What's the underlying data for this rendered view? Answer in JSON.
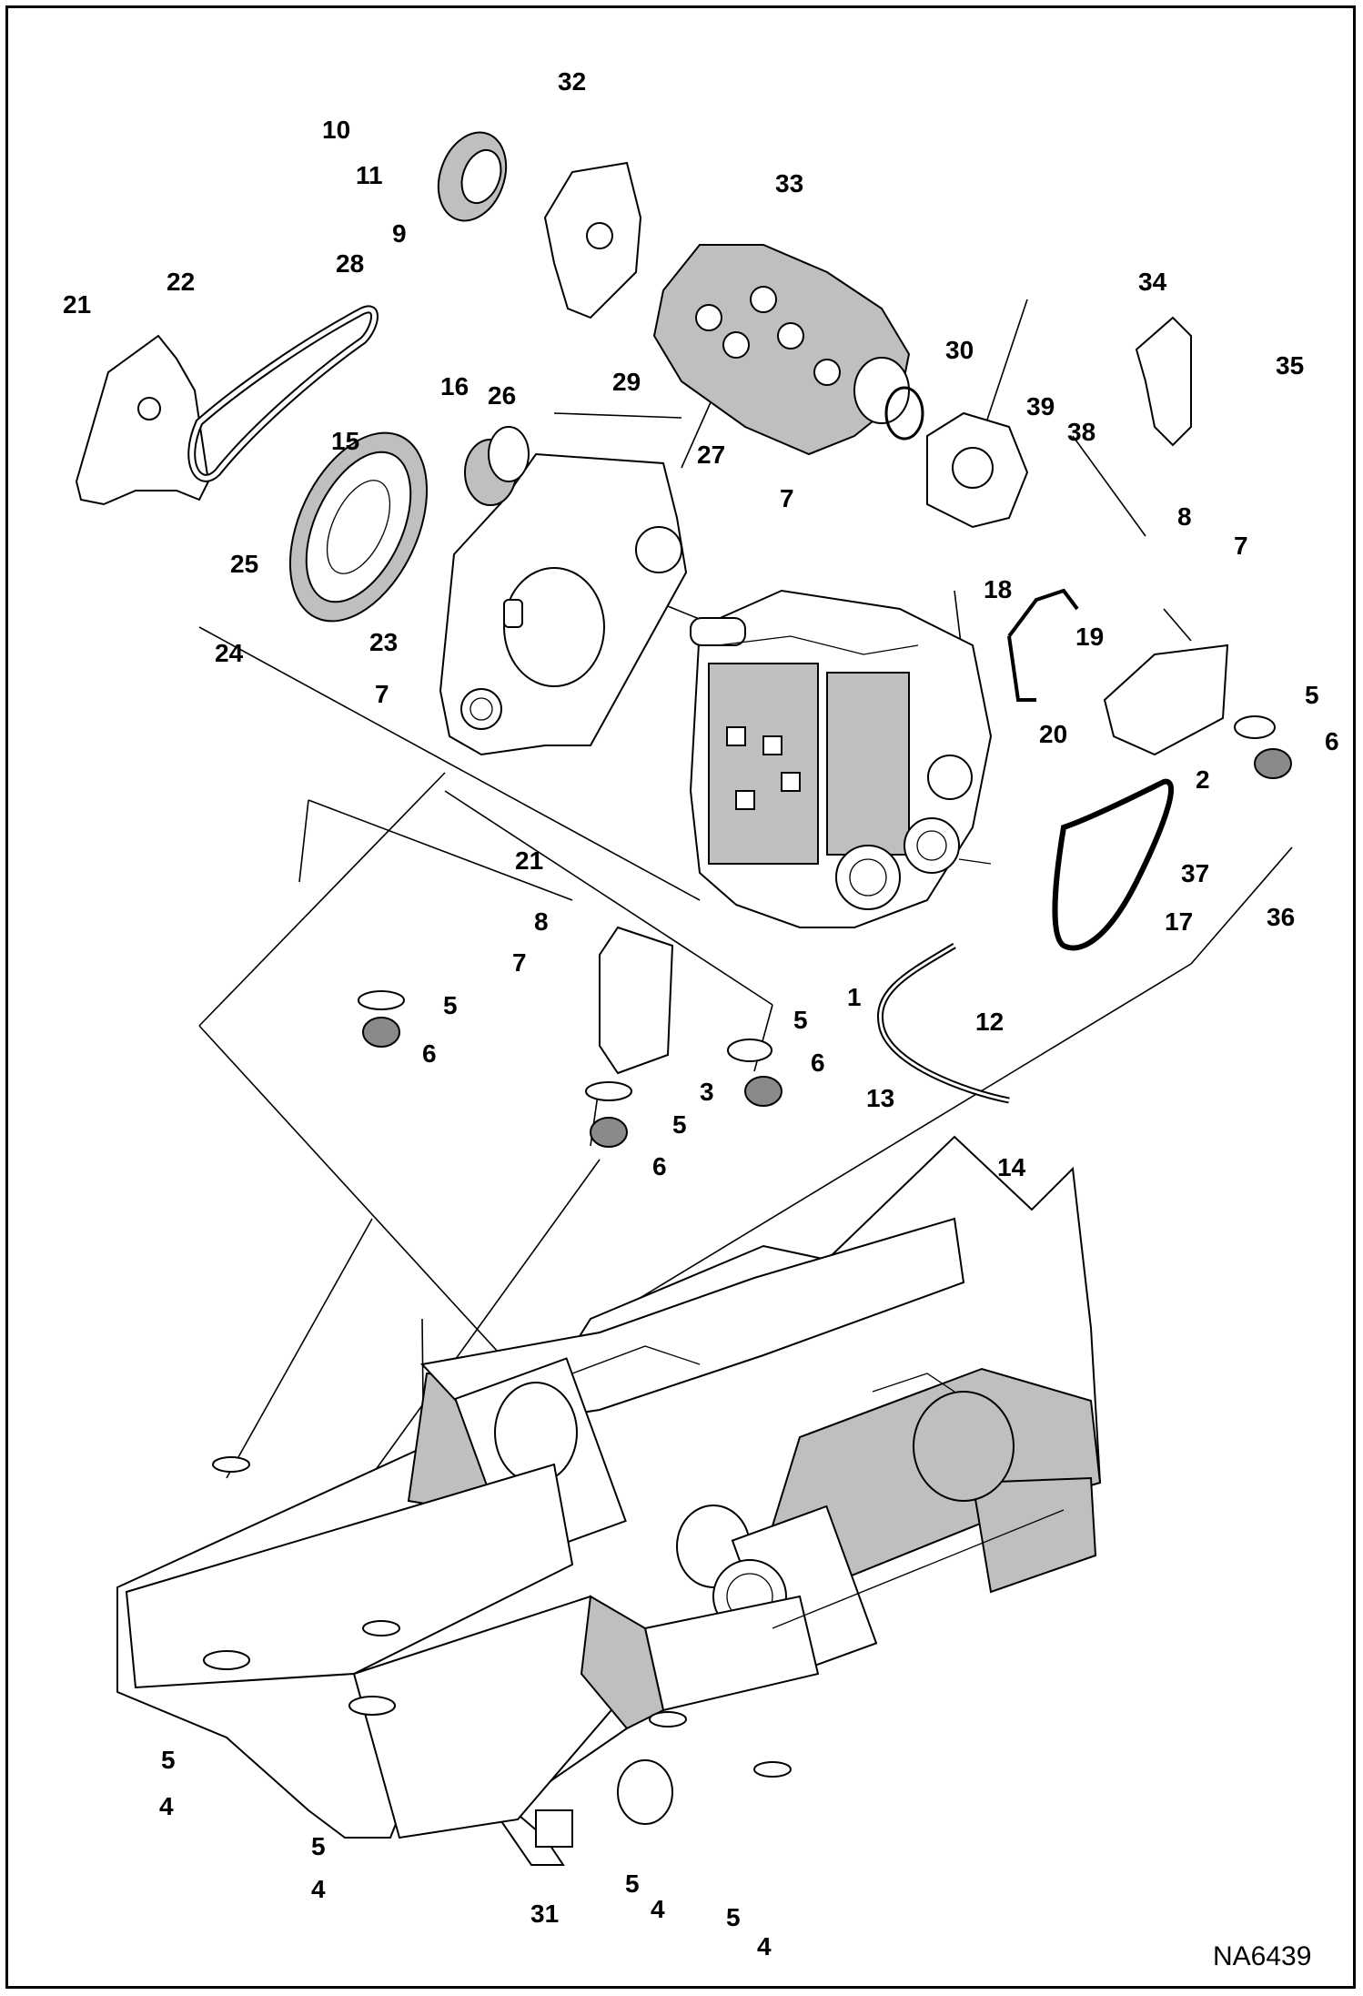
{
  "drawing": {
    "drawing_id": "NA6439",
    "callouts": [
      {
        "part": "fuel-injection-pump",
        "label": "32"
      },
      {
        "part": "nut-10",
        "label": "10"
      },
      {
        "part": "washer-11",
        "label": "11"
      },
      {
        "part": "pulley-9",
        "label": "9"
      },
      {
        "part": "nut-33",
        "label": "33"
      },
      {
        "part": "pin-21-top",
        "label": "21"
      },
      {
        "part": "cover-22",
        "label": "22"
      },
      {
        "part": "belt-28",
        "label": "28"
      },
      {
        "part": "bracket-34",
        "label": "34"
      },
      {
        "part": "pump-30",
        "label": "30"
      },
      {
        "part": "bolt-35",
        "label": "35"
      },
      {
        "part": "nut-39",
        "label": "39"
      },
      {
        "part": "washer-38",
        "label": "38"
      },
      {
        "part": "nut-16",
        "label": "16"
      },
      {
        "part": "idler-26",
        "label": "26"
      },
      {
        "part": "bolt-29",
        "label": "29"
      },
      {
        "part": "housing-27",
        "label": "27"
      },
      {
        "part": "bolt-15",
        "label": "15"
      },
      {
        "part": "nut-7-top",
        "label": "7"
      },
      {
        "part": "flywheel-25",
        "label": "25"
      },
      {
        "part": "bolt-8-right",
        "label": "8"
      },
      {
        "part": "nut-7-right",
        "label": "7"
      },
      {
        "part": "assembly-24",
        "label": "24"
      },
      {
        "part": "bolt-23",
        "label": "23"
      },
      {
        "part": "bracket-18",
        "label": "18"
      },
      {
        "part": "bolt-19",
        "label": "19"
      },
      {
        "part": "nut-7-left",
        "label": "7"
      },
      {
        "part": "isolator-5-right",
        "label": "5"
      },
      {
        "part": "mount-6-right",
        "label": "6"
      },
      {
        "part": "nut-20",
        "label": "20"
      },
      {
        "part": "bracket-2",
        "label": "2"
      },
      {
        "part": "clip-21",
        "label": "21"
      },
      {
        "part": "washer-37",
        "label": "37"
      },
      {
        "part": "belt-17",
        "label": "17"
      },
      {
        "part": "bolt-36",
        "label": "36"
      },
      {
        "part": "bolt-8-center",
        "label": "8"
      },
      {
        "part": "nut-7-center",
        "label": "7"
      },
      {
        "part": "isolator-5-left",
        "label": "5"
      },
      {
        "part": "engine-1",
        "label": "1"
      },
      {
        "part": "fitting-12",
        "label": "12"
      },
      {
        "part": "mount-6-left",
        "label": "6"
      },
      {
        "part": "isolator-5-center",
        "label": "5"
      },
      {
        "part": "mount-6-center",
        "label": "6"
      },
      {
        "part": "bracket-3",
        "label": "3"
      },
      {
        "part": "hose-13",
        "label": "13"
      },
      {
        "part": "isolator-5-mid",
        "label": "5"
      },
      {
        "part": "mount-6-mid",
        "label": "6"
      },
      {
        "part": "fitting-14",
        "label": "14"
      },
      {
        "part": "washer-5-frame-a",
        "label": "5"
      },
      {
        "part": "bolt-4-frame-a",
        "label": "4"
      },
      {
        "part": "washer-5-frame-b",
        "label": "5"
      },
      {
        "part": "bolt-4-frame-b",
        "label": "4"
      },
      {
        "part": "washer-5-frame-c",
        "label": "5"
      },
      {
        "part": "bolt-4-frame-c",
        "label": "4"
      },
      {
        "part": "washer-5-frame-d",
        "label": "5"
      },
      {
        "part": "bolt-4-frame-d",
        "label": "4"
      },
      {
        "part": "frame-31",
        "label": "31"
      }
    ]
  }
}
